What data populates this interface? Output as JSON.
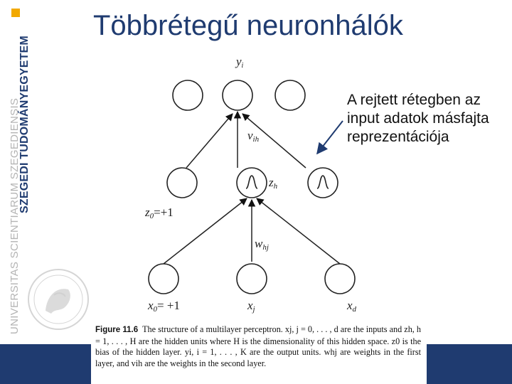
{
  "slide": {
    "title": "Többrétegű neuronhálók",
    "annotation": "A rejtett rétegben az input adatok másfajta reprezentációja"
  },
  "sidebar": {
    "university_name": "SZEGEDI TUDOMÁNYEGYETEM",
    "latin_name": "UNIVERSITAS SCIENTIARUM SZEGEDIENSIS"
  },
  "diagram": {
    "labels": {
      "output": "y",
      "output_sub": "i",
      "weight2": "v",
      "weight2_sub": "ih",
      "hidden_unit": "z",
      "hidden_unit_sub": "h",
      "bias_hidden": "z",
      "bias_hidden_sub": "0",
      "bias_hidden_value": "=+1",
      "weight1": "w",
      "weight1_sub": "hj",
      "bias_input": "x",
      "bias_input_sub": "0",
      "bias_input_value": "= +1",
      "input_j": "x",
      "input_j_sub": "j",
      "input_d": "x",
      "input_d_sub": "d"
    },
    "caption": {
      "label": "Figure 11.6",
      "text": "The structure of a multilayer perceptron. xj, j = 0, . . . , d are the inputs and zh, h = 1, . . . , H are the hidden units where H is the dimensionality of this hidden space. z0 is the bias of the hidden layer. yi, i = 1, . . . , K are the output units. whj are weights in the first layer, and vih are the weights in the second layer."
    }
  },
  "colors": {
    "brand_blue": "#1f3b70",
    "logo_gold": "#f2a900"
  }
}
